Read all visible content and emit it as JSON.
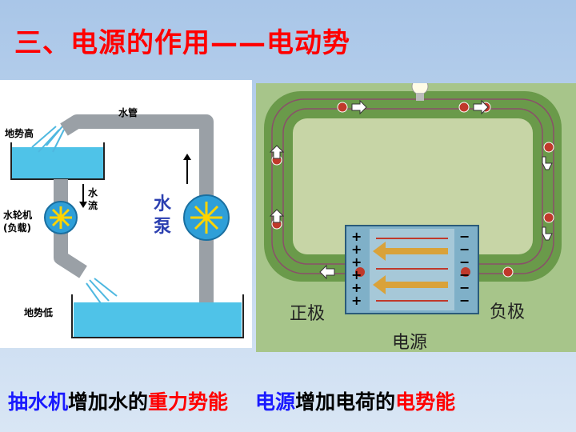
{
  "slide": {
    "title": "三、电源的作用——电动势"
  },
  "water_diagram": {
    "water_pipe": "水管",
    "high_potential": "地势高",
    "low_potential": "地势低",
    "water_flow_line1": "水",
    "water_flow_line2": "流",
    "wheel_line1": "水轮机",
    "wheel_line2": "(负载)",
    "pump_line1": "水",
    "pump_line2": "泵"
  },
  "circuit_diagram": {
    "positive": "正极",
    "negative": "负极",
    "source": "电源",
    "plus_sign": "+",
    "minus_sign": "−"
  },
  "caption": {
    "part1": "抽水机",
    "part2": "增加水的",
    "part3": "重力势能",
    "part4": "电源",
    "part5": "增加电荷的",
    "part6": "电势能"
  },
  "colors": {
    "title": "#ff0000",
    "accent_blue": "#1a1aff",
    "board_green": "#6a9a4a"
  }
}
